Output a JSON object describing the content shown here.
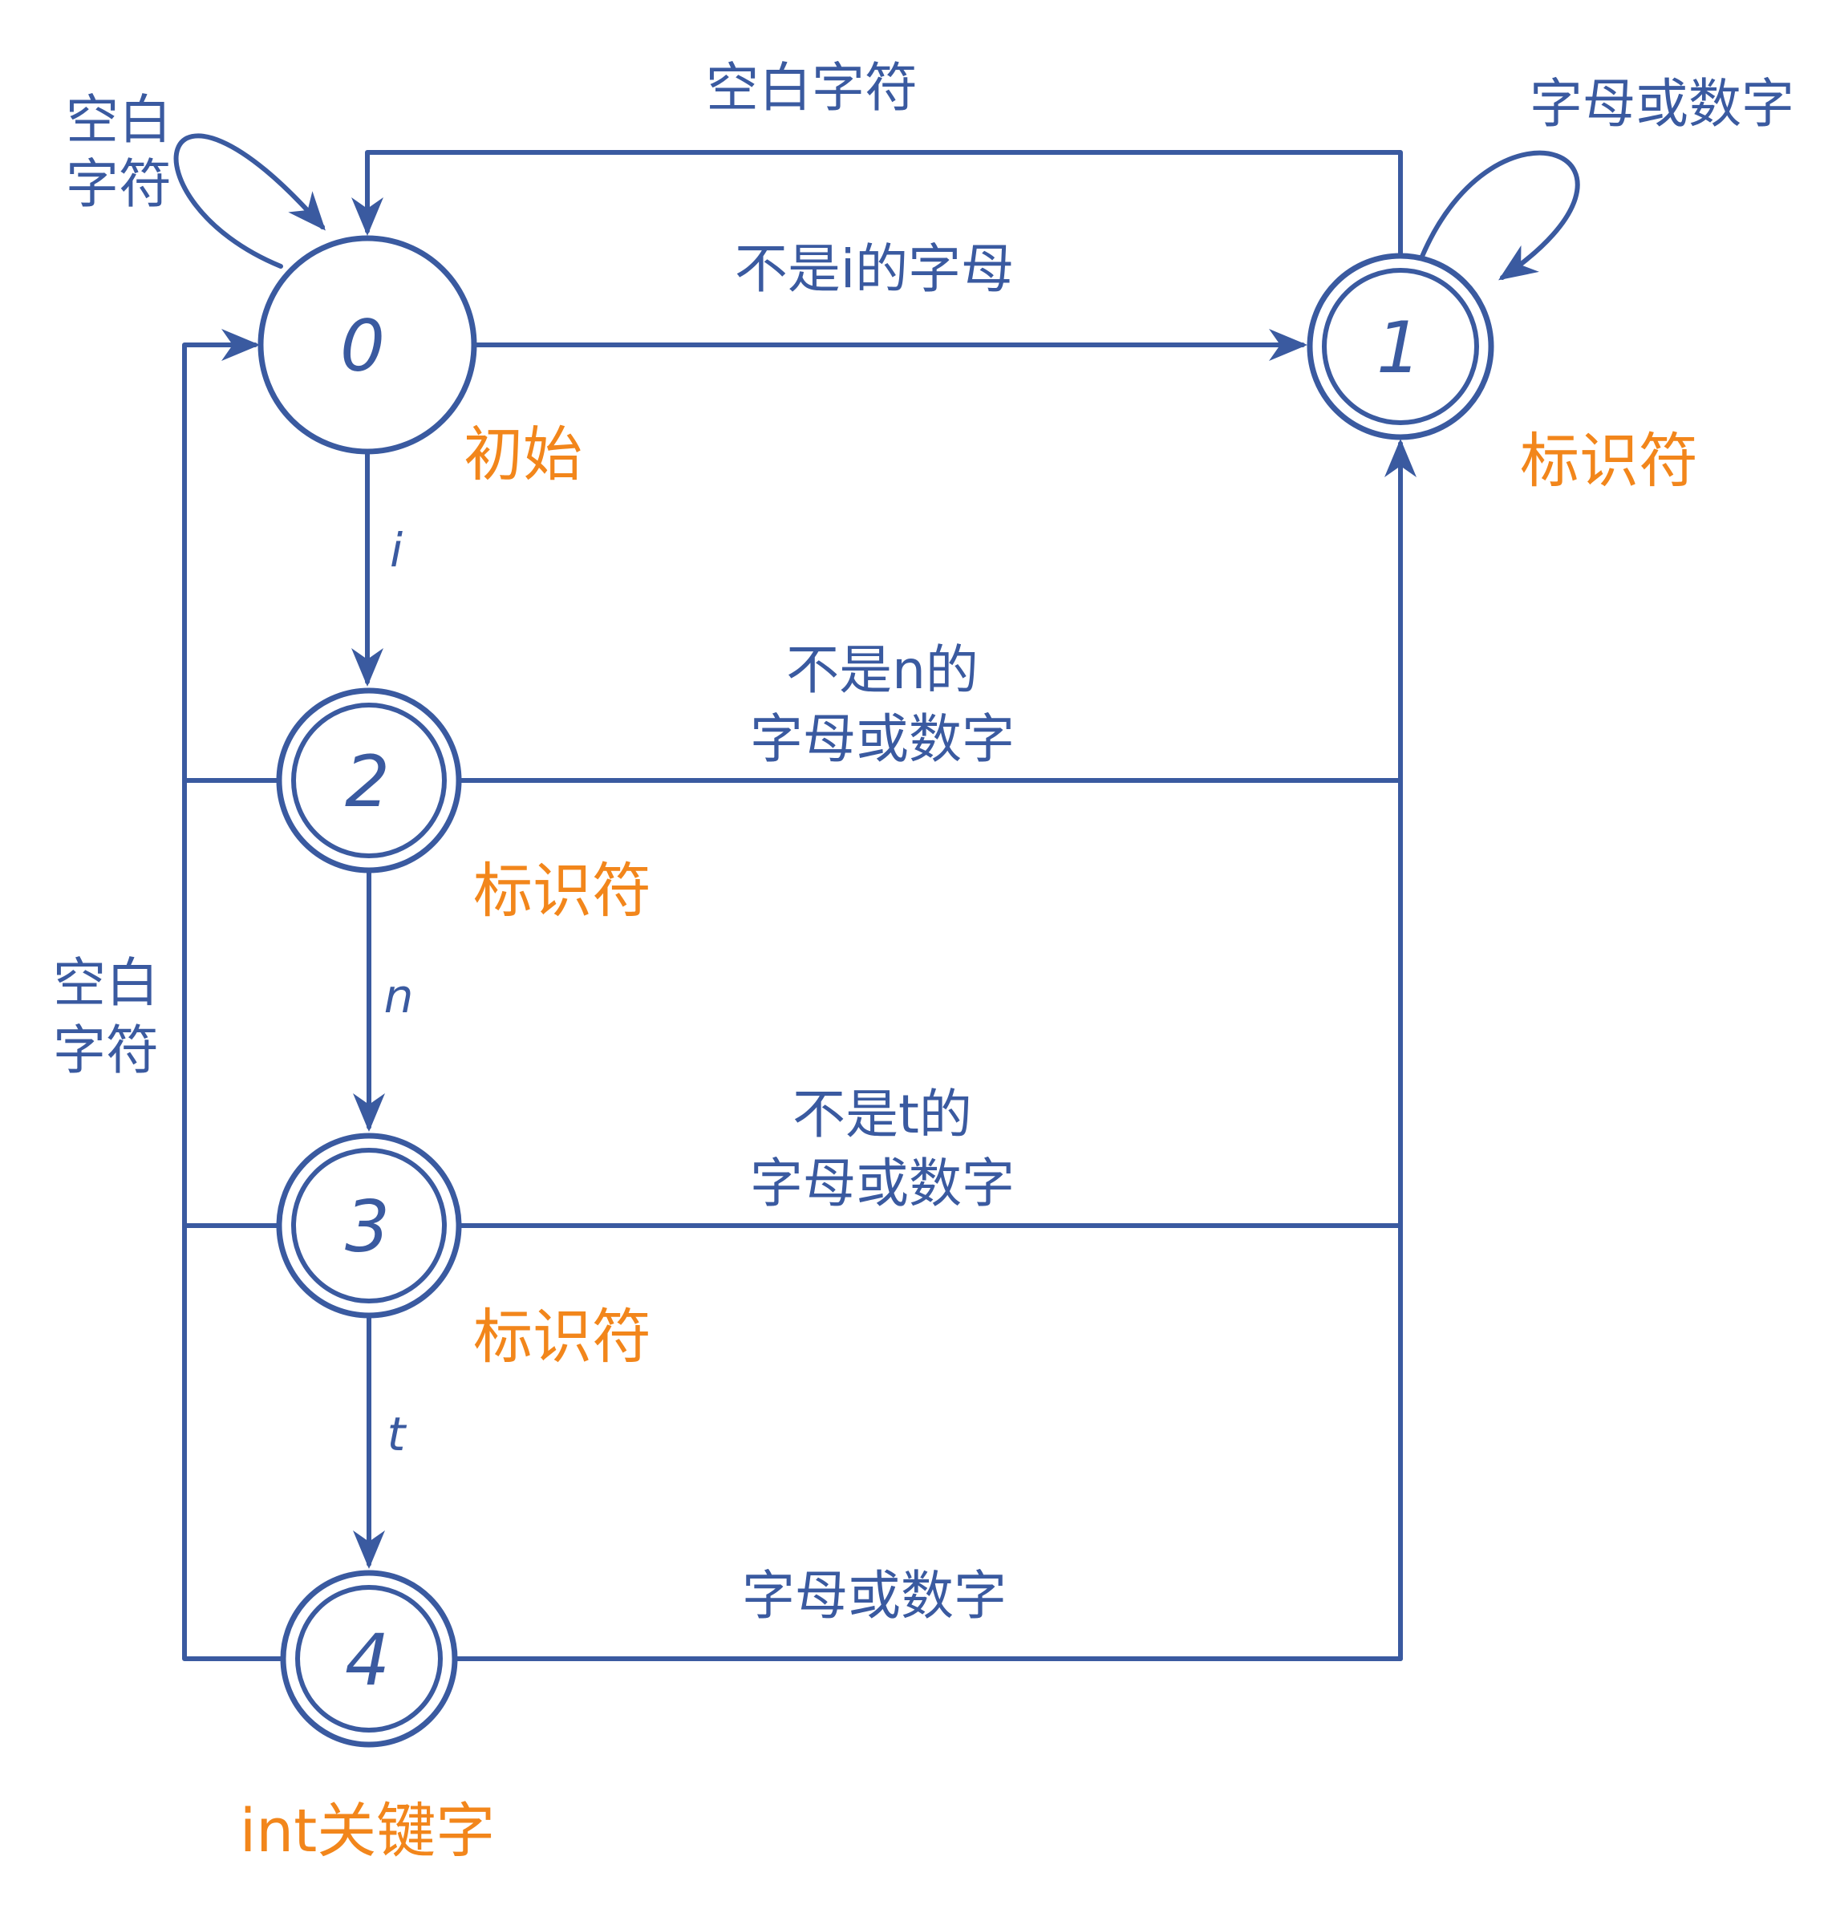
{
  "diagram": {
    "type": "finite-state-machine",
    "description": "DFA recognizing the int keyword versus identifiers"
  },
  "colors": {
    "line": "#3a5aa0",
    "annotation": "#f2861b",
    "background": "#ffffff"
  },
  "states": {
    "s0": {
      "number": "0",
      "annotation": "初始",
      "accepting": false
    },
    "s1": {
      "number": "1",
      "annotation": "标识符",
      "accepting": true
    },
    "s2": {
      "number": "2",
      "annotation": "标识符",
      "accepting": true
    },
    "s3": {
      "number": "3",
      "annotation": "标识符",
      "accepting": true
    },
    "s4": {
      "number": "4",
      "annotation": "int关键字",
      "accepting": true
    }
  },
  "edges": {
    "s0_self_loop": {
      "from": "0",
      "to": "0",
      "line1": "空白",
      "line2": "字符"
    },
    "s1_to_s0": {
      "from": "1",
      "to": "0",
      "label": "空白字符"
    },
    "s1_self_loop": {
      "from": "1",
      "to": "1",
      "label": "字母或数字"
    },
    "s0_to_s1": {
      "from": "0",
      "to": "1",
      "label": "不是i的字母"
    },
    "s0_to_s2": {
      "from": "0",
      "to": "2",
      "label": "i"
    },
    "s2_to_s1": {
      "from": "2",
      "to": "1",
      "line1": "不是n的",
      "line2": "字母或数字"
    },
    "s2_to_s3": {
      "from": "2",
      "to": "3",
      "label": "n"
    },
    "s3_to_s1": {
      "from": "3",
      "to": "1",
      "line1": "不是t的",
      "line2": "字母或数字"
    },
    "s3_to_s4": {
      "from": "3",
      "to": "4",
      "label": "t"
    },
    "s4_to_s1": {
      "from": "4",
      "to": "1",
      "label": "字母或数字"
    },
    "back_to_s0": {
      "from": "2,3,4",
      "to": "0",
      "line1": "空白",
      "line2": "字符"
    }
  }
}
